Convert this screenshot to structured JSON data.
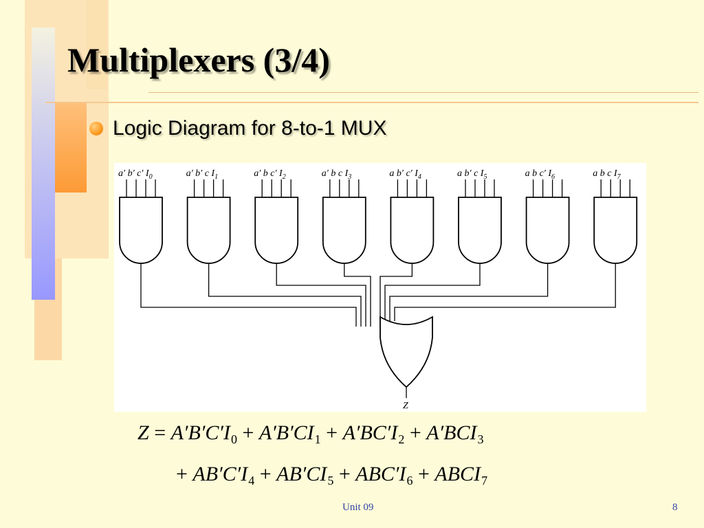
{
  "slide": {
    "title": "Multiplexers (3/4)",
    "bullet": "Logic Diagram for 8-to-1 MUX",
    "footer_left": "Unit 09",
    "footer_right": "8"
  },
  "diagram": {
    "gates": [
      {
        "inputs": [
          "a′",
          "b′",
          "c′",
          "I"
        ],
        "sub": "0"
      },
      {
        "inputs": [
          "a′",
          "b′",
          "c",
          "I"
        ],
        "sub": "1"
      },
      {
        "inputs": [
          "a′",
          "b",
          "c′",
          "I"
        ],
        "sub": "2"
      },
      {
        "inputs": [
          "a′",
          "b",
          "c",
          "I"
        ],
        "sub": "3"
      },
      {
        "inputs": [
          "a",
          "b′",
          "c′",
          "I"
        ],
        "sub": "4"
      },
      {
        "inputs": [
          "a",
          "b′",
          "c",
          "I"
        ],
        "sub": "5"
      },
      {
        "inputs": [
          "a",
          "b",
          "c′",
          "I"
        ],
        "sub": "6"
      },
      {
        "inputs": [
          "a",
          "b",
          "c",
          "I"
        ],
        "sub": "7"
      }
    ],
    "output_label": "Z"
  },
  "equation": {
    "line1": {
      "lhs": "Z",
      "eq": "=",
      "terms": [
        {
          "expr": "A′B′C′I",
          "sub": "0"
        },
        {
          "expr": "A′B′CI",
          "sub": "1"
        },
        {
          "expr": "A′BC′I",
          "sub": "2"
        },
        {
          "expr": "A′BCI",
          "sub": "3"
        }
      ]
    },
    "line2": {
      "terms": [
        {
          "expr": "AB′C′I",
          "sub": "4"
        },
        {
          "expr": "AB′CI",
          "sub": "5"
        },
        {
          "expr": "ABC′I",
          "sub": "6"
        },
        {
          "expr": "ABCI",
          "sub": "7"
        }
      ]
    },
    "operator": "+"
  },
  "colors": {
    "background": "#fefcd8",
    "accent_orange": "#ff9a20",
    "accent_blue": "#9999ff",
    "footer_text": "#3344aa"
  }
}
